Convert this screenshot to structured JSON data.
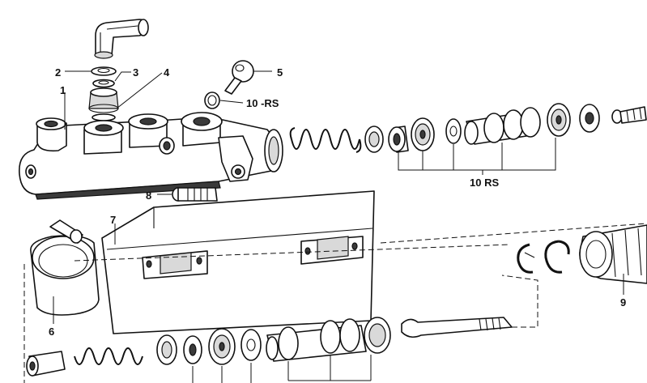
{
  "callouts": {
    "c1": "1",
    "c2": "2",
    "c3": "3",
    "c4": "4",
    "c5": "5",
    "c6": "6",
    "c7": "7",
    "c8": "8",
    "c9": "9",
    "c10_rs_top": "10 -RS",
    "c10_rs_bottom": "10  RS"
  }
}
